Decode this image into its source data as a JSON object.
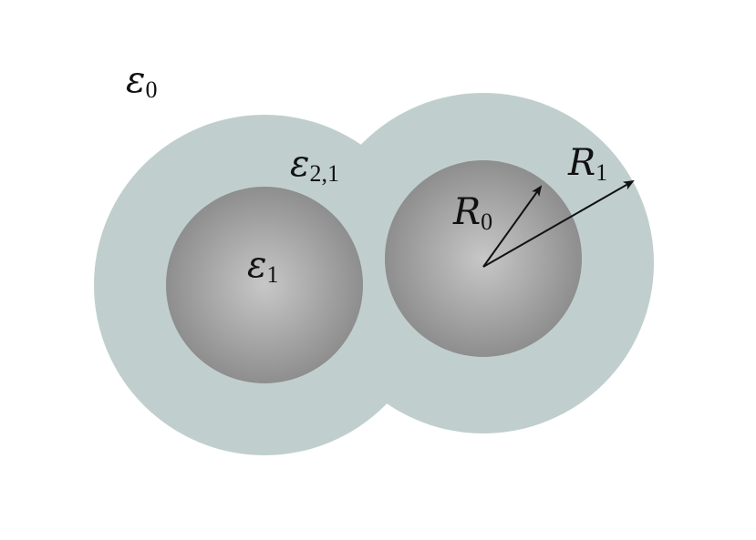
{
  "colors": {
    "background": "#ffffff",
    "shell": "#c0cfce",
    "core_center": "#c7c7c7",
    "core_edge": "#8e8e8e",
    "arrow": "#111111",
    "text": "#111111"
  },
  "labels": {
    "medium": {
      "symbol": "ε",
      "sub": "0"
    },
    "shell": {
      "symbol": "ε",
      "sub": "2,1"
    },
    "core": {
      "symbol": "ε",
      "sub": "1"
    },
    "inner_radius": {
      "symbol": "R",
      "sub": "0"
    },
    "outer_radius": {
      "symbol": "R",
      "sub": "1"
    }
  }
}
